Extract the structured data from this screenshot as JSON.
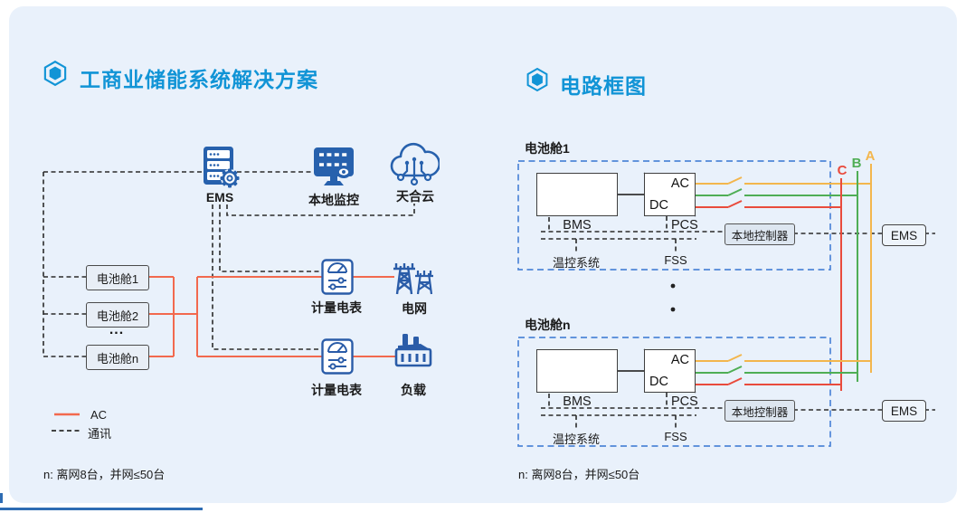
{
  "colors": {
    "panel_bg": "#e9f1fb",
    "title_blue": "#1194d6",
    "icon_blue": "#2761ad",
    "ac_line": "#f2694e",
    "comm_line": "#2b2b2b",
    "cabin_dashed_border": "#4f86d8",
    "phase_a_amber": "#f3b64d",
    "phase_b_green": "#4fae55",
    "phase_c_red": "#e94b3c"
  },
  "left": {
    "title": "工商业储能系统解决方案",
    "ems_label": "EMS",
    "monitor_label": "本地监控",
    "cloud_label": "天合云",
    "cabins": [
      {
        "label": "电池舱1"
      },
      {
        "label": "电池舱2"
      },
      {
        "label": "电池舱n"
      }
    ],
    "ellipsis": "...",
    "meter1_label": "计量电表",
    "meter2_label": "计量电表",
    "grid_label": "电网",
    "load_label": "负载",
    "legend": {
      "ac": "AC",
      "comm": "通讯"
    },
    "note": "n: 离网8台，并网≤50台"
  },
  "right": {
    "title": "电路框图",
    "cabin1_label": "电池舱1",
    "cabinN_label": "电池舱n",
    "box_labels": {
      "ac": "AC",
      "dc": "DC",
      "bms": "BMS",
      "pcs": "PCS",
      "temp": "温控系统",
      "fss": "FSS",
      "controller": "本地控制器",
      "ems": "EMS"
    },
    "phases": {
      "a": "A",
      "b": "B",
      "c": "C"
    },
    "note": "n: 离网8台，并网≤50台"
  }
}
